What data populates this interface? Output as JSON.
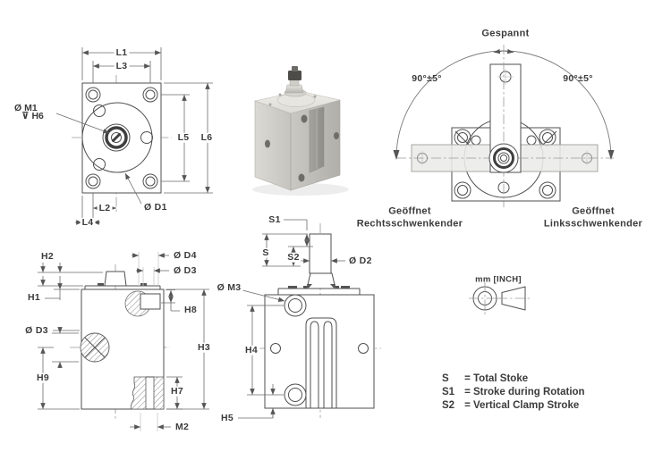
{
  "colors": {
    "background": "#ffffff",
    "line": "#4f4f4f",
    "dim_line": "#6b6b6b",
    "ghost_fill": "#ebebe8",
    "text": "#3b3b3b"
  },
  "flange_view": {
    "l1": "L1",
    "l3": "L3",
    "l5": "L5",
    "l6": "L6",
    "l2": "L2",
    "l4": "L4",
    "m1": "Ø M1",
    "h6": "⊽ H6",
    "d1": "Ø D1"
  },
  "rotation_diagram": {
    "clamped_label": "Gespannt",
    "angle_left": "90°±5°",
    "angle_right": "90°±5°",
    "open_right_line1": "Geöffnet",
    "open_right_line2": "Rechtsschwenkender",
    "open_left_line1": "Geöffnet",
    "open_left_line2": "Linksschwenkender"
  },
  "section_view": {
    "h1": "H1",
    "h2": "H2",
    "h3": "H3",
    "h7": "H7",
    "h8": "H8",
    "h9": "H9",
    "d3_side": "Ø D3",
    "d3_top": "Ø D3",
    "d4": "Ø D4",
    "m2": "M2"
  },
  "front_view": {
    "s": "S",
    "s1": "S1",
    "s2": "S2",
    "d2": "Ø D2",
    "m3": "Ø M3",
    "h4": "H4",
    "h5": "H5"
  },
  "units_symbol": {
    "label": "mm [INCH]"
  },
  "stroke_legend": [
    {
      "symbol": "S",
      "equals": "=",
      "description": "Total Stoke"
    },
    {
      "symbol": "S1",
      "equals": "=",
      "description": "Stroke during Rotation"
    },
    {
      "symbol": "S2",
      "equals": "=",
      "description": "Vertical Clamp Stroke"
    }
  ]
}
